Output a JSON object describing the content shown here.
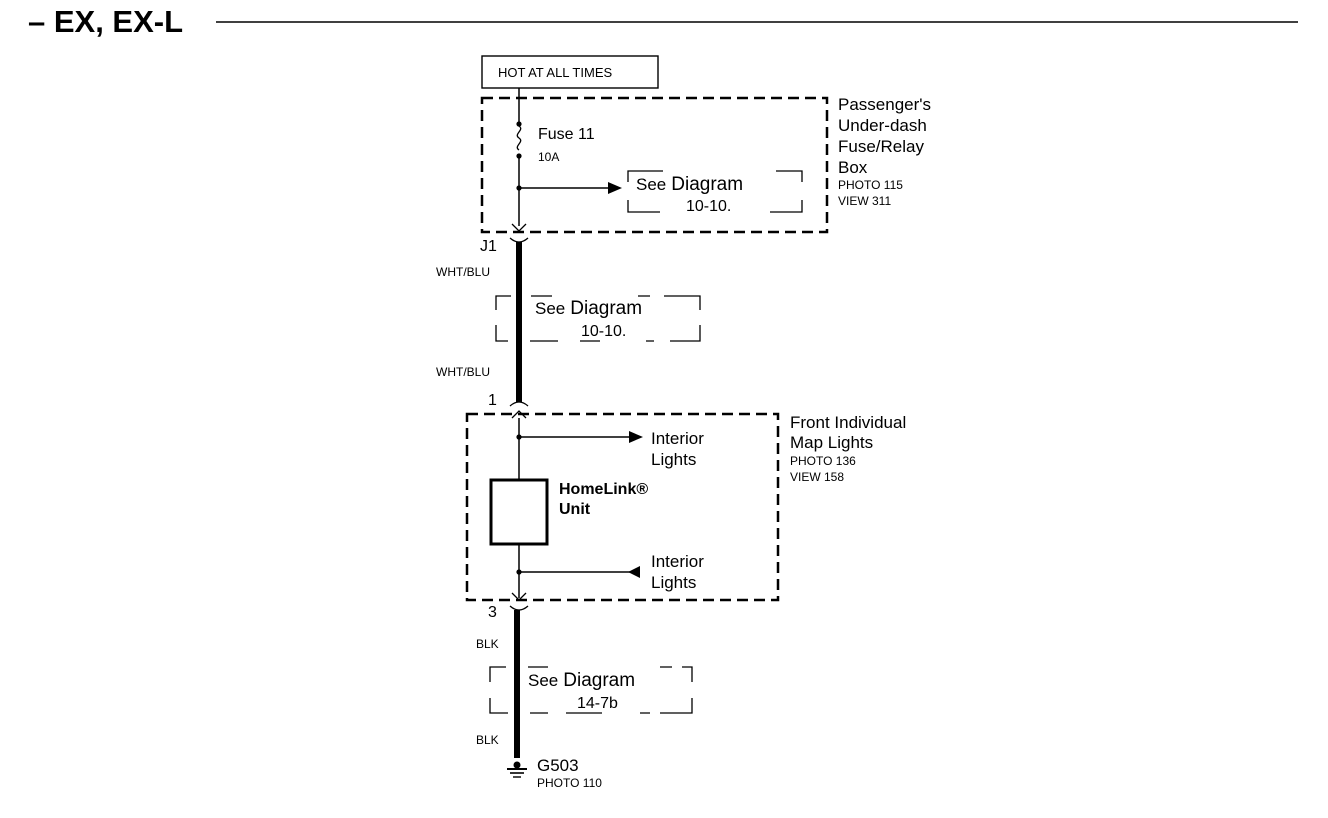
{
  "header": {
    "title": "– EX, EX-L"
  },
  "source": {
    "label": "HOT AT ALL TIMES"
  },
  "fuse_box": {
    "name_lines": [
      "Passenger's",
      "Under-dash",
      "Fuse/Relay",
      "Box"
    ],
    "photo": "PHOTO 115",
    "view": "VIEW 311",
    "fuse_label": "Fuse 11",
    "fuse_rating": "10A",
    "see_word": "See",
    "see_diagram": "Diagram",
    "see_ref": "10-10."
  },
  "connectors": {
    "j1": "J1",
    "pin1": "1",
    "pin3": "3"
  },
  "wires": {
    "upper_1": "WHT/BLU",
    "upper_2": "WHT/BLU",
    "lower_1": "BLK",
    "lower_2": "BLK"
  },
  "see_refs": {
    "mid": {
      "word": "See",
      "diagram": "Diagram",
      "ref": "10-10."
    },
    "low": {
      "word": "See",
      "diagram": "Diagram",
      "ref": "14-7b"
    }
  },
  "map_lights": {
    "name_lines": [
      "Front Individual",
      "Map Lights"
    ],
    "photo": "PHOTO 136",
    "view": "VIEW 158",
    "interior_top": [
      "Interior",
      "Lights"
    ],
    "interior_bottom": [
      "Interior",
      "Lights"
    ],
    "homelink": [
      "HomeLink®",
      "Unit"
    ]
  },
  "ground": {
    "name": "G503",
    "photo": "PHOTO 110"
  }
}
